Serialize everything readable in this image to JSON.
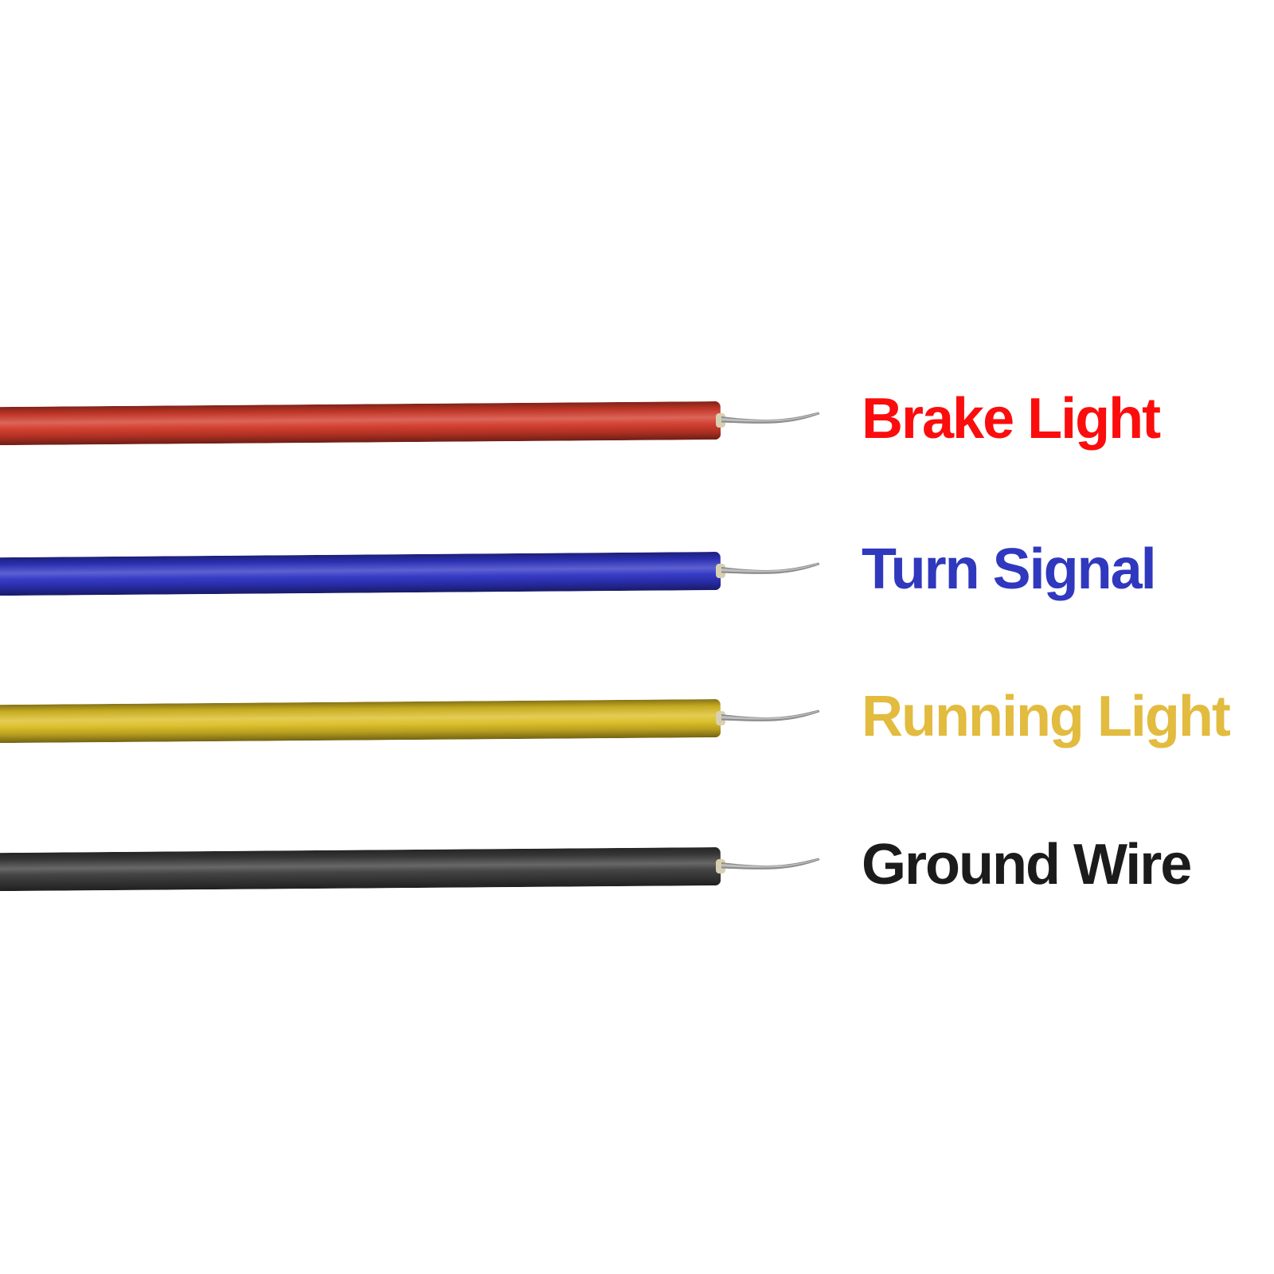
{
  "diagram": {
    "background": "#ffffff",
    "conductor_tip_color": "#8d8d8d",
    "rows": [
      {
        "label": "Brake Light",
        "label_color": "#fb0d0d",
        "wire_color": "#d23a2a",
        "wire_color_name": "red"
      },
      {
        "label": "Turn Signal",
        "label_color": "#3038be",
        "wire_color": "#2f34c4",
        "wire_color_name": "blue"
      },
      {
        "label": "Running Light",
        "label_color": "#e2bb3f",
        "wire_color": "#dcbe25",
        "wire_color_name": "yellow"
      },
      {
        "label": "Ground Wire",
        "label_color": "#1b1b1b",
        "wire_color": "#3d3d3d",
        "wire_color_name": "black"
      }
    ]
  }
}
